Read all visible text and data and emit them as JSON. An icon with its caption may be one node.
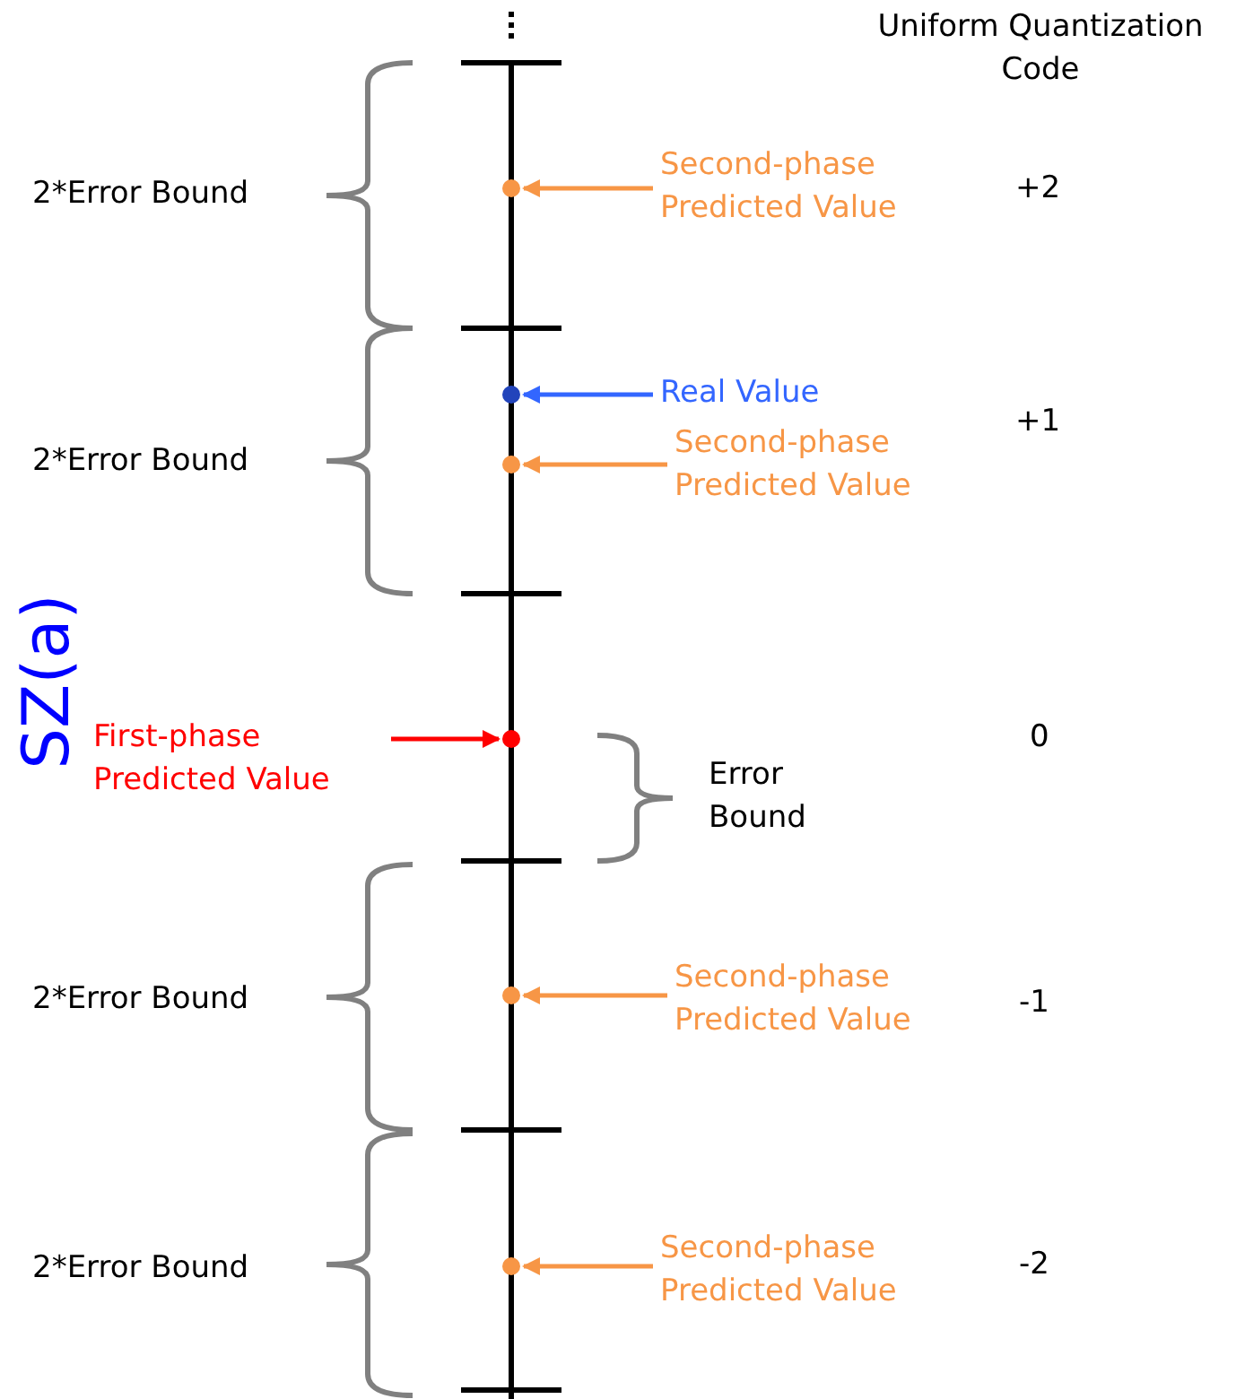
{
  "diagram": {
    "nodes": [
      {
        "text": [
          "Second-phase Predicted Value"
        ]
      },
      {
        "text": [],
        "shape": "circle"
      },
      {
        "text": [
          "Real Value"
        ]
      },
      {
        "text": [],
        "shape": "circle"
      },
      {
        "text": [
          "Second-phase Predicted Value"
        ]
      },
      {
        "text": [],
        "shape": "circle"
      },
      {
        "text": [
          "First-phase Predicted Value"
        ]
      },
      {
        "text": [],
        "shape": "circle"
      },
      {
        "text": [
          "Second-phase Predicted Value"
        ]
      },
      {
        "text": [],
        "shape": "circle"
      },
      {
        "text": [
          "Second-phase Predicted Value"
        ]
      },
      {
        "text": [],
        "shape": "circle"
      }
    ],
    "edges": [
      {
        "from": 0,
        "to": 1,
        "arrow": "to"
      },
      {
        "from": 2,
        "to": 3,
        "arrow": "to",
        "color": "#3366ff"
      },
      {
        "from": 4,
        "to": 5,
        "arrow": "to"
      },
      {
        "from": 6,
        "to": 7,
        "arrow": "to",
        "color": "#ff0000"
      },
      {
        "from": 8,
        "to": 9,
        "arrow": "to"
      },
      {
        "from": 10,
        "to": 11,
        "arrow": "to"
      }
    ],
    "labels": [
      "Uniform Quantization Code",
      "2*Error Bound",
      "+2",
      "2*Error Bound",
      "+1",
      "SZ(a)",
      "Error Bound",
      "0",
      "2*Error Bound",
      "-1",
      "2*Error Bound",
      "-2"
    ]
  }
}
